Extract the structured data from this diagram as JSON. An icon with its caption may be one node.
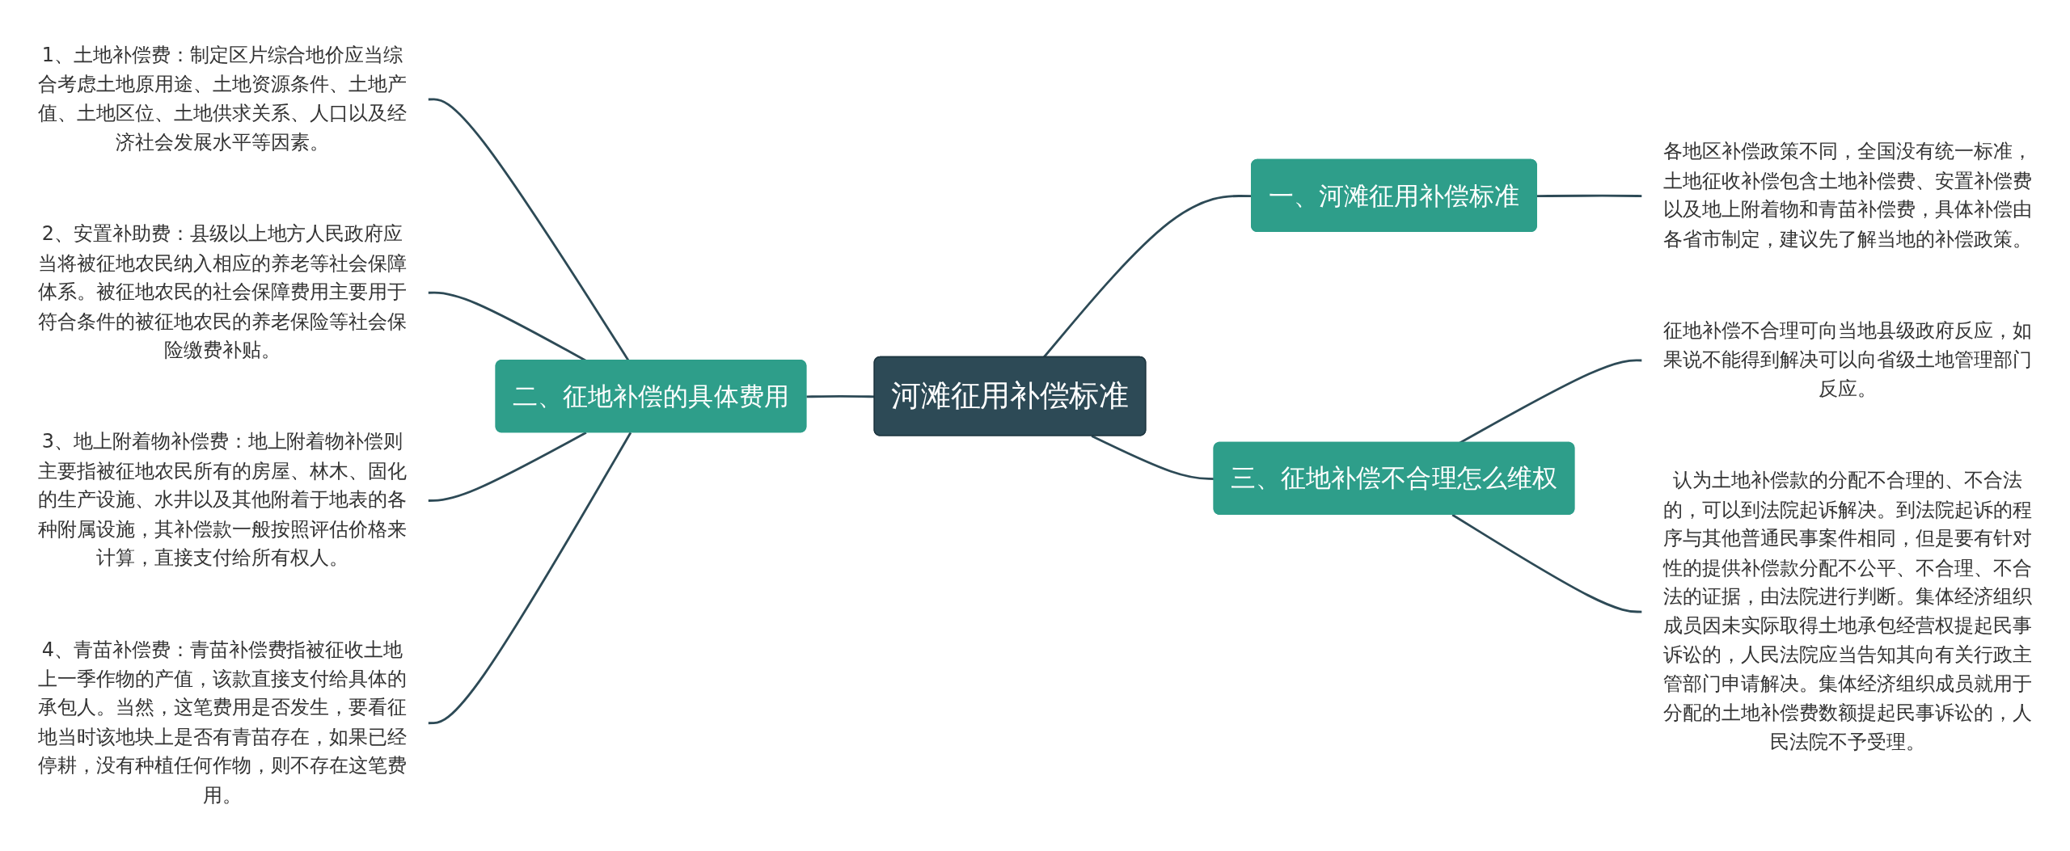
{
  "diagram": {
    "nodes": [
      {
        "text": [
          "河滩征用补偿标准"
        ]
      },
      {
        "text": [
          "二、征地补偿的具体费用"
        ]
      },
      {
        "text": [
          "1、土地补偿费：制定区片综合地价应当综合考虑土地原用途、土地资源条件、土地产值、土地区位、土地供求关系、人口以及经济社会发展水平等因素。"
        ]
      },
      {
        "text": [
          "2、安置补助费：县级以上地方人民政府应当将被征地农民纳入相应的养老等社会保障体系。被征地农民的社会保障费用主要用于符合条件的被征地农民的养老保险等社会保险缴费补贴。"
        ]
      },
      {
        "text": [
          "3、地上附着物补偿费：地上附着物补偿则主要指被征地农民所有的房屋、林木、固化的生产设施、水井以及其他附着于地表的各种附属设施，其补偿款一般按照评估价格来计算，直接支付给所有权人。"
        ]
      },
      {
        "text": [
          "4、青苗补偿费：青苗补偿费指被征收土地上一季作物的产值，该款直接支付给具体的承包人。当然，这笔费用是否发生，要看征地当时该地块上是否有青苗存在，如果已经停耕，没有种植任何作物，则不存在这笔费用。"
        ]
      },
      {
        "text": [
          "一、河滩征用补偿标准"
        ]
      },
      {
        "text": [
          "各地区补偿政策不同，全国没有统一标准，土地征收补偿包含土地补偿费、安置补偿费以及地上附着物和青苗补偿费，具体补偿由各省市制定，建议先了解当地的补偿政策。"
        ]
      },
      {
        "text": [
          "三、征地补偿不合理怎么维权"
        ]
      },
      {
        "text": [
          "征地补偿不合理可向当地县级政府反应，如果说不能得到解决可以向省级土地管理部门反应。"
        ]
      },
      {
        "text": [
          "认为土地补偿款的分配不合理的、不合法的，可以到法院起诉解决。到法院起诉的程序与其他普通民事案件相同，但是要有针对性的提供补偿款分配不公平、不合理、不合法的证据，由法院进行判断。集体经济组织成员因未实际取得土地承包经营权提起民事诉讼的，人民法院应当告知其向有关行政主管部门申请解决。集体经济组织成员就用于分配的土地补偿费数额提起民事诉讼的，人民法院不予受理。"
        ]
      }
    ],
    "edges": [
      {
        "from": 2,
        "to": 1,
        "arrow": "none"
      },
      {
        "from": 3,
        "to": 1,
        "arrow": "none"
      },
      {
        "from": 4,
        "to": 1,
        "arrow": "none"
      },
      {
        "from": 5,
        "to": 1,
        "arrow": "none"
      },
      {
        "from": 1,
        "to": 0,
        "arrow": "none"
      },
      {
        "from": 0,
        "to": 6,
        "arrow": "none"
      },
      {
        "from": 6,
        "to": 7,
        "arrow": "none"
      },
      {
        "from": 0,
        "to": 8,
        "arrow": "none"
      },
      {
        "from": 8,
        "to": 9,
        "arrow": "none"
      },
      {
        "from": 8,
        "to": 10,
        "arrow": "none"
      }
    ]
  }
}
